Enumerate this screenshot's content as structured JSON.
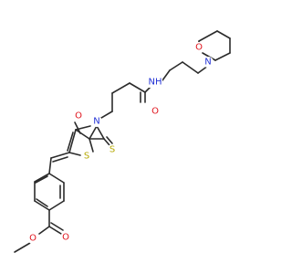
{
  "colors": {
    "bond": "#2b2b2b",
    "oxygen": "#e0141d",
    "nitrogen": "#2433d6",
    "sulfur": "#b5a800",
    "background": "#ffffff"
  },
  "atoms": {
    "morpholine_o": "O",
    "morpholine_n": "N",
    "amide_nh": "NH",
    "amide_o": "O",
    "ring_n": "N",
    "ring_carbonyl_o": "O",
    "thioxo_s": "S",
    "ring_s": "S",
    "ester_o_carbonyl": "O",
    "ester_o_single": "O"
  }
}
